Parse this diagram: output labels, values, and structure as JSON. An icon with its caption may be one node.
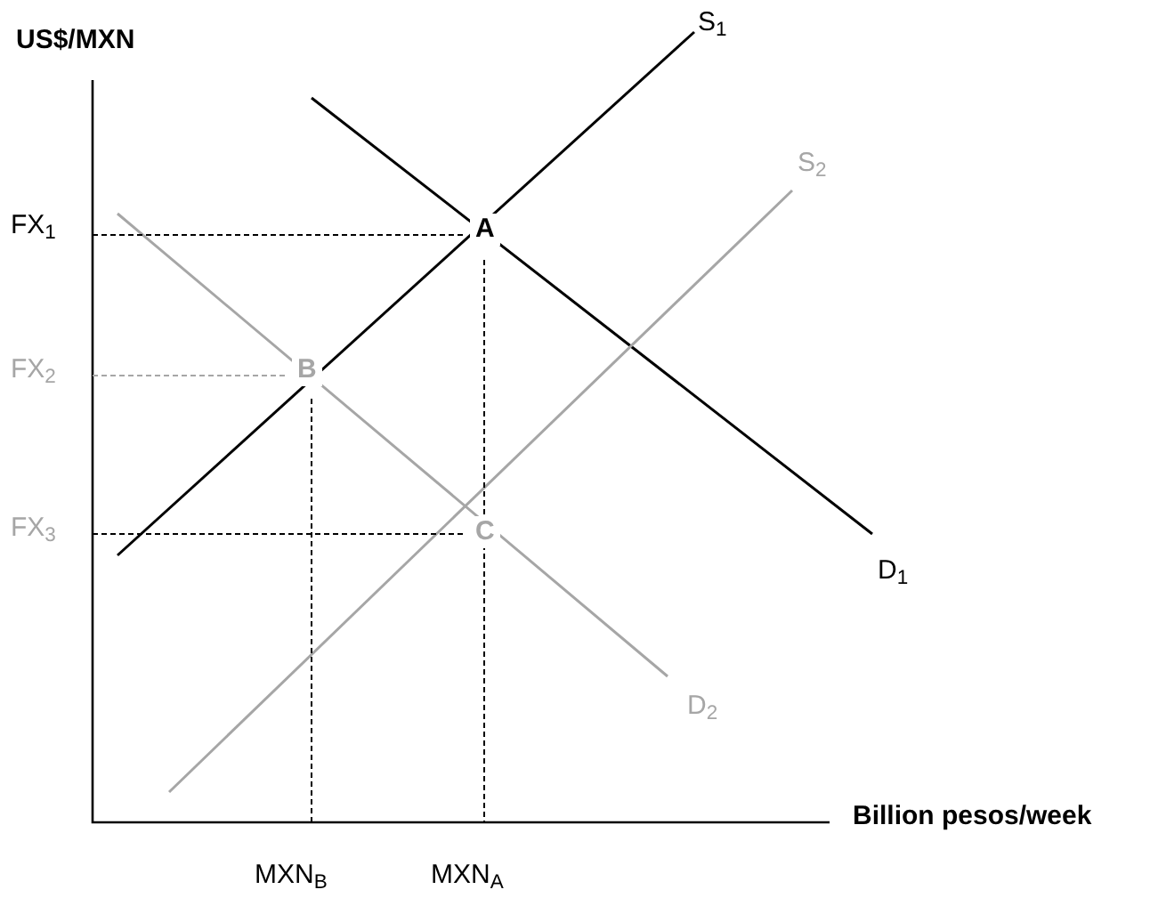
{
  "diagram": {
    "labels": [
      "US$/MXN",
      "S$_{1}$",
      "FX$_{1}$",
      "A",
      "FX$_{2}$",
      "B",
      "S$_{2}$",
      "FX$_{3}$",
      "C",
      "D$_{1}$",
      "D$_{2}$",
      "Billion pesos/week",
      "MXN$_{B}$",
      "MXN$_{A}$"
    ]
  }
}
